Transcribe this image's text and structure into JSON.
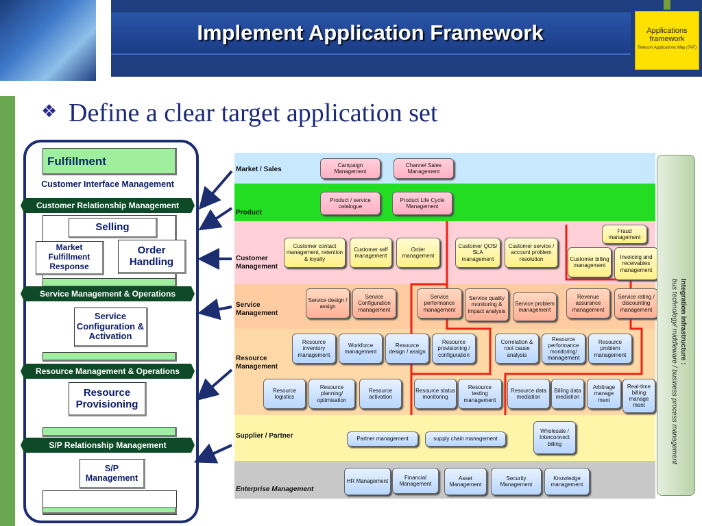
{
  "header": {
    "title": "Implement Application Framework"
  },
  "badge": {
    "line1": "Applications",
    "line2": "framework",
    "line3": "Telecom Applications Map (TAF)"
  },
  "subtitle": {
    "bullet": "❖",
    "text": "Define a clear target application set"
  },
  "left_panel": {
    "fulfillment": "Fulfillment",
    "cim": "Customer Interface Management",
    "crm": "Customer Relationship Management",
    "selling": "Selling",
    "market_response": "Market Fulfillment Response",
    "order_handling": "Order Handling",
    "smo": "Service Management & Operations",
    "service_config": "Service Configuration & Activation",
    "rmo": "Resource Management & Operations",
    "resource_prov": "Resource Provisioning",
    "sprm": "S/P Relationship Management",
    "sp_mgmt": "S/P Management"
  },
  "bands": [
    {
      "label": "Market / Sales",
      "color": "#c8e8ff"
    },
    {
      "label": "Product",
      "color": "#22dd22"
    },
    {
      "label": "Customer Management",
      "color": "#ffd0d8"
    },
    {
      "label": "Service Management",
      "color": "#ffcba0"
    },
    {
      "label": "Resource Management",
      "color": "#ffd8a8"
    },
    {
      "label": "Supplier / Partner",
      "color": "#fff5a8"
    },
    {
      "label": "Enterprise Management",
      "color": "#c8c8c8"
    }
  ],
  "apps": {
    "campaign": "Campaign Management",
    "channel": "Channel Sales Management",
    "catalogue": "Product / service catalogue",
    "plc": "Product Life Cycle Management",
    "fraud": "Fraud management",
    "contact": "Customer contact management, retention & loyalty",
    "selfmgmt": "Customer self management",
    "order": "Order management",
    "qos": "Customer QOS/ SLA management",
    "csr": "Customer service / account problem resolution",
    "billing": "Customer billing management",
    "invoicing": "Invoicing and receivables management",
    "svc_design": "Service design / assign",
    "svc_config": "Service Configuration management",
    "svc_perf": "Service performance management",
    "svc_quality": "Service quality monitoring & impact analysis",
    "svc_problem": "Service problem management",
    "rev_assure": "Revenue assurance management",
    "svc_rating": "Service rating / discounting management",
    "res_inv": "Resource inventory management",
    "workforce": "Workforce management",
    "res_design": "Resource design / assign",
    "res_prov": "Resource provisioning / configuration",
    "correlation": "Correlation & root cause analysis",
    "res_perf": "Resource performance monitoring/ management",
    "res_problem": "Resource problem management",
    "res_log": "Resource logistics",
    "res_plan": "Resource planning/ optimisation",
    "res_act": "Resource activation",
    "res_status": "Resource status monitoring",
    "res_test": "Resource testing management",
    "res_data": "Resource data mediation",
    "bill_med": "Billing data mediation",
    "arbitrage": "Arbitrage manage ment",
    "rt_billing": "Real-time billing manage ment",
    "partner": "Partner management",
    "supply": "supply chain management",
    "wholesale": "Wholesale / Interconnect billing",
    "hr": "HR Management",
    "fin": "Financial Management",
    "asset": "Asset Management",
    "security": "Security Management",
    "knowledge": "Knowledge management"
  },
  "integration": {
    "title": "Integration infrastructure :",
    "subtitle": "bus technology/ middleware / business process management"
  }
}
